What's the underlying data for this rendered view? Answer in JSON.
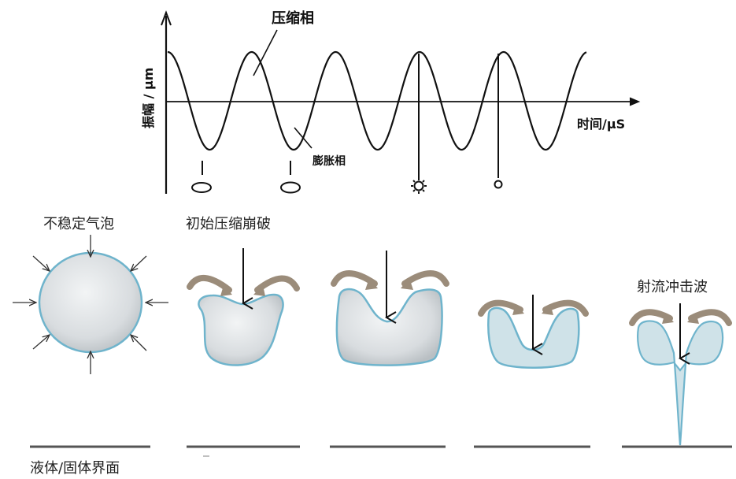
{
  "wave_chart": {
    "compression_phase": "压缩相",
    "rarefaction_phase": "膨胀相",
    "y_axis_label": "振幅 / μm",
    "x_axis_label": "时间/μS"
  },
  "stages": {
    "unstable_bubble": "不稳定气泡",
    "initial_collapse": "初始压缩崩破",
    "jet_impact": "射流冲击波",
    "interface": "液体/固体界面"
  },
  "colors": {
    "bubble_edge": "#6fb4cc",
    "bubble_fill": "#dfe3e6",
    "curved_arrow": "#9b8c7a",
    "line": "#111111"
  }
}
